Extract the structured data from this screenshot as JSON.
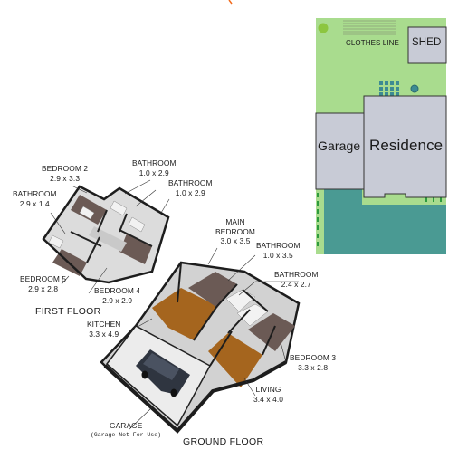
{
  "site_plan": {
    "clothes_line": "CLOTHES LINE",
    "shed": "SHED",
    "garage": "Garage",
    "residence": "Residence"
  },
  "floors": {
    "first": "FIRST FLOOR",
    "ground": "GROUND FLOOR"
  },
  "rooms": {
    "bedroom2": {
      "name": "BEDROOM 2",
      "size": "2.9 x 3.3"
    },
    "bathroom_top": {
      "name": "BATHROOM",
      "size": "1.0 x 2.9"
    },
    "bathroom_mid": {
      "name": "BATHROOM",
      "size": "1.0 x 2.9"
    },
    "bathroom_left": {
      "name": "BATHROOM",
      "size": "2.9 x 1.4"
    },
    "bedroom5": {
      "name": "BEDROOM 5",
      "size": "2.9 x 2.8"
    },
    "bedroom4": {
      "name": "BEDROOM 4",
      "size": "2.9 x 2.9"
    },
    "main_bedroom": {
      "name1": "MAIN",
      "name2": "BEDROOM",
      "size": "3.0 x 3.5"
    },
    "bathroom_main": {
      "name": "BATHROOM",
      "size": "1.0 x 3.5"
    },
    "bathroom_gf": {
      "name": "BATHROOM",
      "size": "2.4 x 2.7"
    },
    "kitchen": {
      "name": "KITCHEN",
      "size": "3.3 x 4.9"
    },
    "bedroom3": {
      "name": "BEDROOM 3",
      "size": "3.3 x 2.8"
    },
    "living": {
      "name": "LIVING",
      "size": "3.4 x 4.0"
    },
    "garage": {
      "name": "GARAGE",
      "note": "(Garage Not For Use)"
    }
  },
  "colors": {
    "grass": "#a9dc8e",
    "water": "#4a9a93",
    "building": "#c8cbd6",
    "shed": "#c8cbd6",
    "wall": "#2a2a2a",
    "floor_wood": "#a5651e",
    "floor_tile": "#e8e8e8",
    "floor_carpet": "#6b5a55",
    "accent": "#f26a1b"
  }
}
